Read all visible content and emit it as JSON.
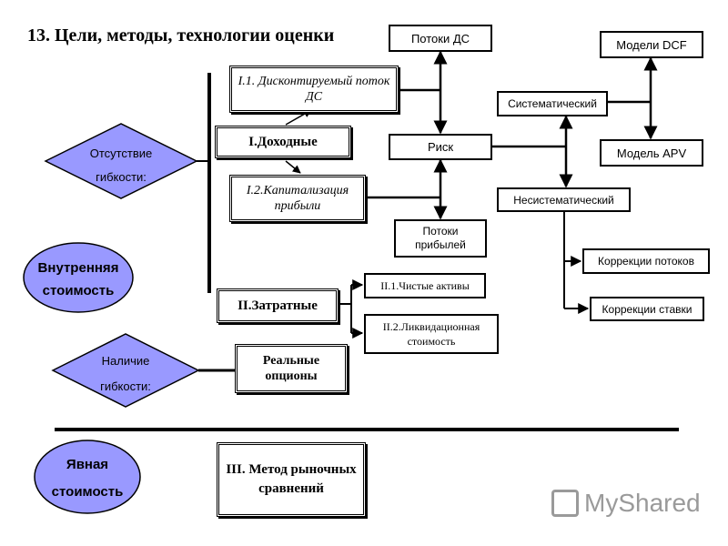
{
  "title": "13. Цели, методы, технологии оценки",
  "left": {
    "no_flex_line1": "Отсутствие",
    "no_flex_line2": "гибкости:",
    "internal_line1": "Внутренняя",
    "internal_line2": "стоимость",
    "flex_line1": "Наличие",
    "flex_line2": "гибкости:",
    "explicit_line1": "Явная",
    "explicit_line2": "стоимость"
  },
  "methods": {
    "income": "I.Доходные",
    "dcf": "I.1. Дисконтируемый поток ДС",
    "cap": "I.2.Капитализация прибыли",
    "cost": "II.Затратные",
    "net_assets": "II.1.Чистые активы",
    "liquidation": "II.2.Ликвидационная стоимость",
    "real_options": "Реальные опционы",
    "market": "III. Метод рыночных сравнений"
  },
  "right": {
    "cash_flows": "Потоки ДС",
    "risk": "Риск",
    "profit_flows": "Потоки прибылей",
    "systematic": "Систематический",
    "unsystematic": "Несистематический",
    "dcf_models": "Модели DCF",
    "apv": "Модель APV",
    "flow_corr": "Коррекции потоков",
    "rate_corr": "Коррекции ставки"
  },
  "watermark": "MyShared",
  "colors": {
    "diamond": "#9999ff",
    "ellipse": "#9999ff",
    "line": "#000000"
  }
}
